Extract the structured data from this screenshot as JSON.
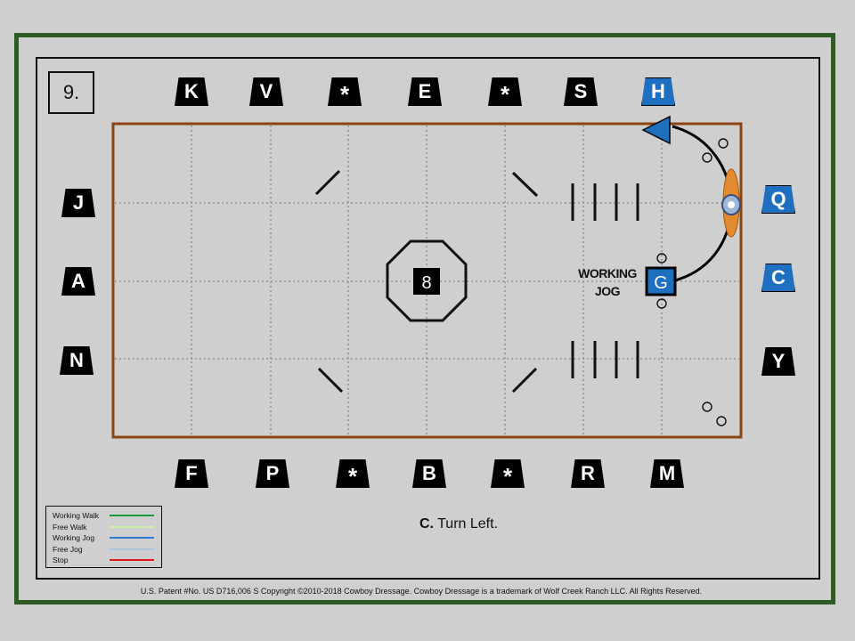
{
  "step_number": "9.",
  "instruction": {
    "bold": "C.",
    "text": " Turn Left."
  },
  "markers": {
    "top": [
      {
        "id": "K",
        "label": "K",
        "color": "black"
      },
      {
        "id": "V",
        "label": "V",
        "color": "black"
      },
      {
        "id": "star1",
        "label": "*",
        "color": "black"
      },
      {
        "id": "E",
        "label": "E",
        "color": "black"
      },
      {
        "id": "star2",
        "label": "*",
        "color": "black"
      },
      {
        "id": "S",
        "label": "S",
        "color": "black"
      },
      {
        "id": "H",
        "label": "H",
        "color": "blue"
      }
    ],
    "bottom": [
      {
        "id": "F",
        "label": "F",
        "color": "black"
      },
      {
        "id": "P",
        "label": "P",
        "color": "black"
      },
      {
        "id": "star3",
        "label": "*",
        "color": "black"
      },
      {
        "id": "B",
        "label": "B",
        "color": "black"
      },
      {
        "id": "star4",
        "label": "*",
        "color": "black"
      },
      {
        "id": "R",
        "label": "R",
        "color": "black"
      },
      {
        "id": "M",
        "label": "M",
        "color": "black"
      }
    ],
    "left": [
      {
        "id": "J",
        "label": "J",
        "color": "black"
      },
      {
        "id": "A",
        "label": "A",
        "color": "black"
      },
      {
        "id": "N",
        "label": "N",
        "color": "black"
      }
    ],
    "right": [
      {
        "id": "Q",
        "label": "Q",
        "color": "blue"
      },
      {
        "id": "C",
        "label": "C",
        "color": "blue"
      },
      {
        "id": "Y",
        "label": "Y",
        "color": "black"
      }
    ]
  },
  "arena": {
    "center_label": "8",
    "g_label": "G",
    "gait_label_line1": "WORKING",
    "gait_label_line2": "JOG"
  },
  "legend": [
    {
      "label": "Working Walk",
      "color": "#1a9a3a"
    },
    {
      "label": "Free Walk",
      "color": "#c8f0a0"
    },
    {
      "label": "Working Jog",
      "color": "#2f7fd0"
    },
    {
      "label": "Free Jog",
      "color": "#aac4dd"
    },
    {
      "label": "Stop",
      "color": "#e01818"
    }
  ],
  "copyright": "U.S. Patent #No. US D716,006 S  Copyright ©2010-2018 Cowboy Dressage. Cowboy Dressage is a trademark of Wolf Creek Ranch LLC. All Rights Reserved.",
  "colors": {
    "arena_border": "#8b4513",
    "frame_green": "#2e5a23",
    "marker_blue": "#1f6fc1"
  }
}
